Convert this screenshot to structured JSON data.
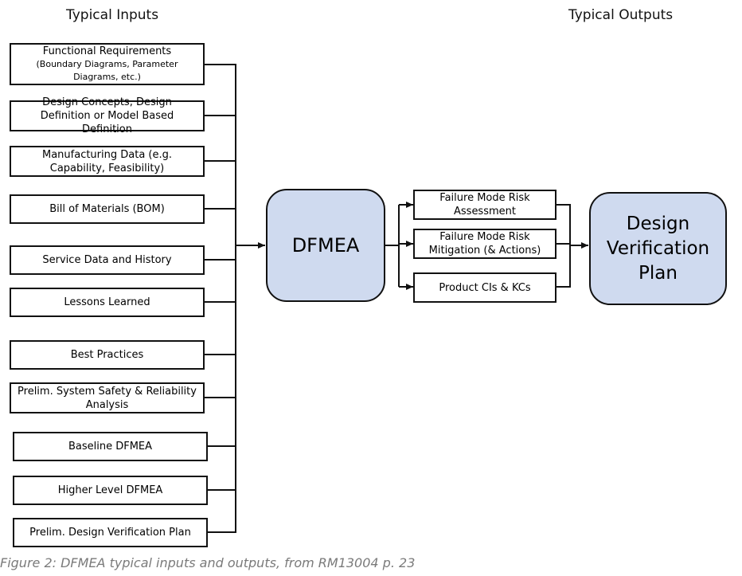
{
  "headings": {
    "inputs": "Typical Inputs",
    "outputs": "Typical Outputs"
  },
  "inputs": [
    {
      "main": "Functional Requirements",
      "sub": "(Boundary Diagrams, Parameter Diagrams, etc.)"
    },
    {
      "main": "Design Concepts, Design Definition or Model Based Definition"
    },
    {
      "main": "Manufacturing Data (e.g. Capability, Feasibility)"
    },
    {
      "main": "Bill of Materials (BOM)"
    },
    {
      "main": "Service Data and History"
    },
    {
      "main": "Lessons Learned"
    },
    {
      "main": "Best Practices"
    },
    {
      "main": "Prelim. System Safety & Reliability Analysis"
    },
    {
      "main": "Baseline DFMEA"
    },
    {
      "main": "Higher Level DFMEA"
    },
    {
      "main": "Prelim. Design Verification Plan"
    }
  ],
  "center": {
    "label": "DFMEA",
    "fill": "#cfdaef"
  },
  "outputs": [
    {
      "main": "Failure Mode Risk Assessment"
    },
    {
      "main": "Failure Mode Risk Mitigation (& Actions)"
    },
    {
      "main": "Product CIs & KCs"
    }
  ],
  "result": {
    "line1": "Design",
    "line2": "Verification",
    "line3": "Plan",
    "fill": "#cfdaef"
  },
  "caption": "Figure 2: DFMEA typical inputs and outputs, from RM13004 p. 23"
}
